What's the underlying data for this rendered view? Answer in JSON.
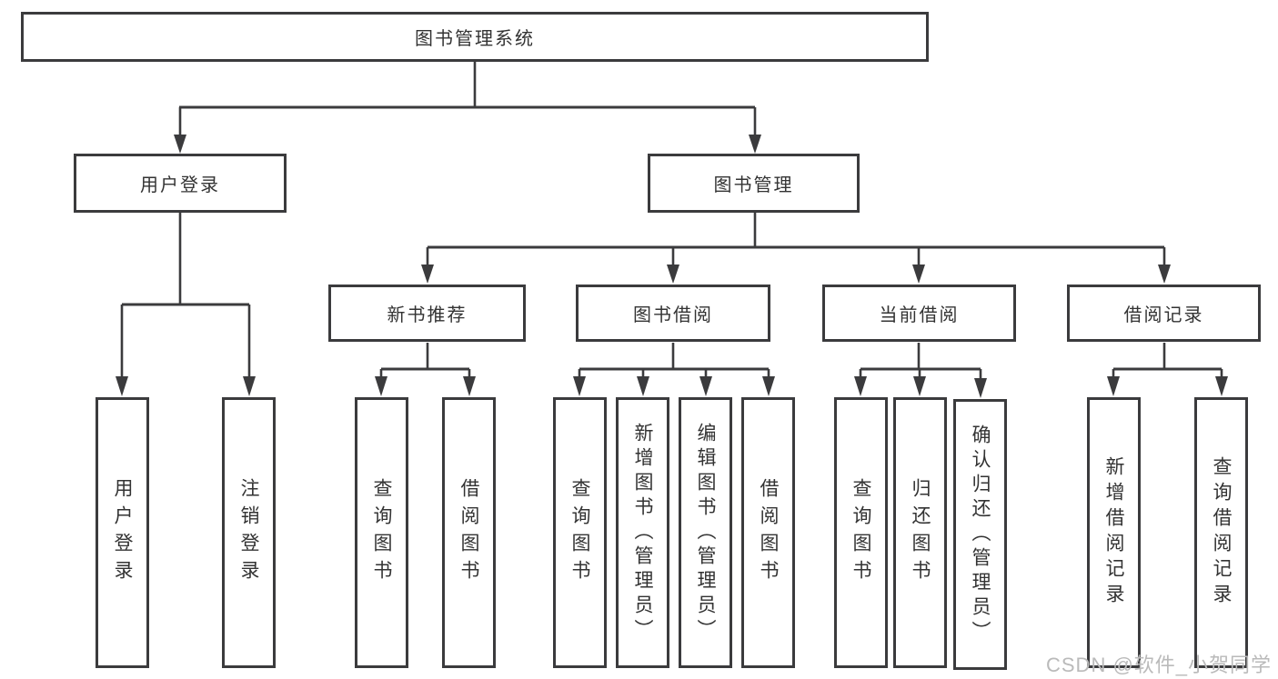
{
  "diagram": {
    "root": {
      "label": "图书管理系统"
    },
    "level2": [
      {
        "label": "用户登录",
        "children": [
          {
            "label": "用户登录"
          },
          {
            "label": "注销登录"
          }
        ]
      },
      {
        "label": "图书管理",
        "children": [
          {
            "label": "新书推荐",
            "children": [
              {
                "label": "查询图书"
              },
              {
                "label": "借阅图书"
              }
            ]
          },
          {
            "label": "图书借阅",
            "children": [
              {
                "label": "查询图书"
              },
              {
                "label": "新增图书（管理员）"
              },
              {
                "label": "编辑图书（管理员）"
              },
              {
                "label": "借阅图书"
              }
            ]
          },
          {
            "label": "当前借阅",
            "children": [
              {
                "label": "查询图书"
              },
              {
                "label": "归还图书"
              },
              {
                "label": "确认归还（管理员）"
              }
            ]
          },
          {
            "label": "借阅记录",
            "children": [
              {
                "label": "新增借阅记录"
              },
              {
                "label": "查询借阅记录"
              }
            ]
          }
        ]
      }
    ]
  },
  "watermark": {
    "text": "CSDN @软件_小贺同学"
  },
  "colors": {
    "line": "#3b3b3d",
    "text": "#333333",
    "watermark": "#bababa",
    "background": "#ffffff"
  }
}
